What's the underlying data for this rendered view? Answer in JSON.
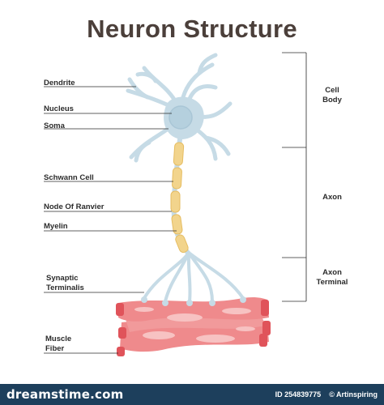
{
  "title": "Neuron Structure",
  "labels": {
    "dendrite": "Dendrite",
    "nucleus": "Nucleus",
    "soma": "Soma",
    "schwann_cell": "Schwann Cell",
    "node_of_ranvier": "Node Of Ranvier",
    "myelin": "Myelin",
    "synaptic_terminals": "Synaptic Terminalis",
    "muscle_fiber": "Muscle Fiber"
  },
  "regions": {
    "cell_body": "Cell Body",
    "axon": "Axon",
    "axon_terminal": "Axon Terminal"
  },
  "footer": {
    "brand": "dreamstime.com",
    "image_id": "ID 254839775",
    "author": "© Artinspiring"
  },
  "colors": {
    "title": "#4b3f3a",
    "neuron": "#c6dbe6",
    "neuron_dark": "#a9c6d6",
    "nucleus": "#b5d0de",
    "myelin": "#f2d48c",
    "myelin_outline": "#e6bd62",
    "muscle": "#ef8a8c",
    "muscle_dark": "#e0535a",
    "muscle_light": "#f7c2c2",
    "footer": "#1d3f5c",
    "leader_line": "#2b2b2b"
  }
}
